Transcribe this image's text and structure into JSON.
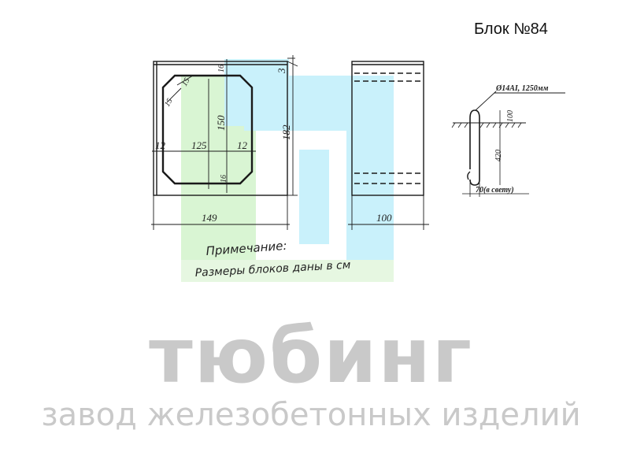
{
  "title": "Блок №84",
  "front_view": {
    "dim_top_right_16": "16",
    "dim_corner_15a": "15",
    "dim_corner_15b": "15",
    "dim_height_inner": "150",
    "dim_bottom_16": "16",
    "dim_left_12": "12",
    "dim_width_inner": "125",
    "dim_right_12": "12",
    "dim_side_3": "3",
    "dim_height_total": "182",
    "dim_width_total": "149"
  },
  "side_view": {
    "dim_width": "100"
  },
  "loop_detail": {
    "rebar_label": "Ø14AI, 1250мм",
    "dim_100": "100",
    "dim_420": "420",
    "dim_clear": "70(в свету)"
  },
  "note": {
    "heading": "Примечание:",
    "text": "Размеры блоков даны в см"
  },
  "watermark": {
    "brand": "тюбинг",
    "subtitle": "завод железобетонных изделий",
    "colors": {
      "green": "#d9f5d3",
      "cyan": "#c9f1fb"
    }
  }
}
